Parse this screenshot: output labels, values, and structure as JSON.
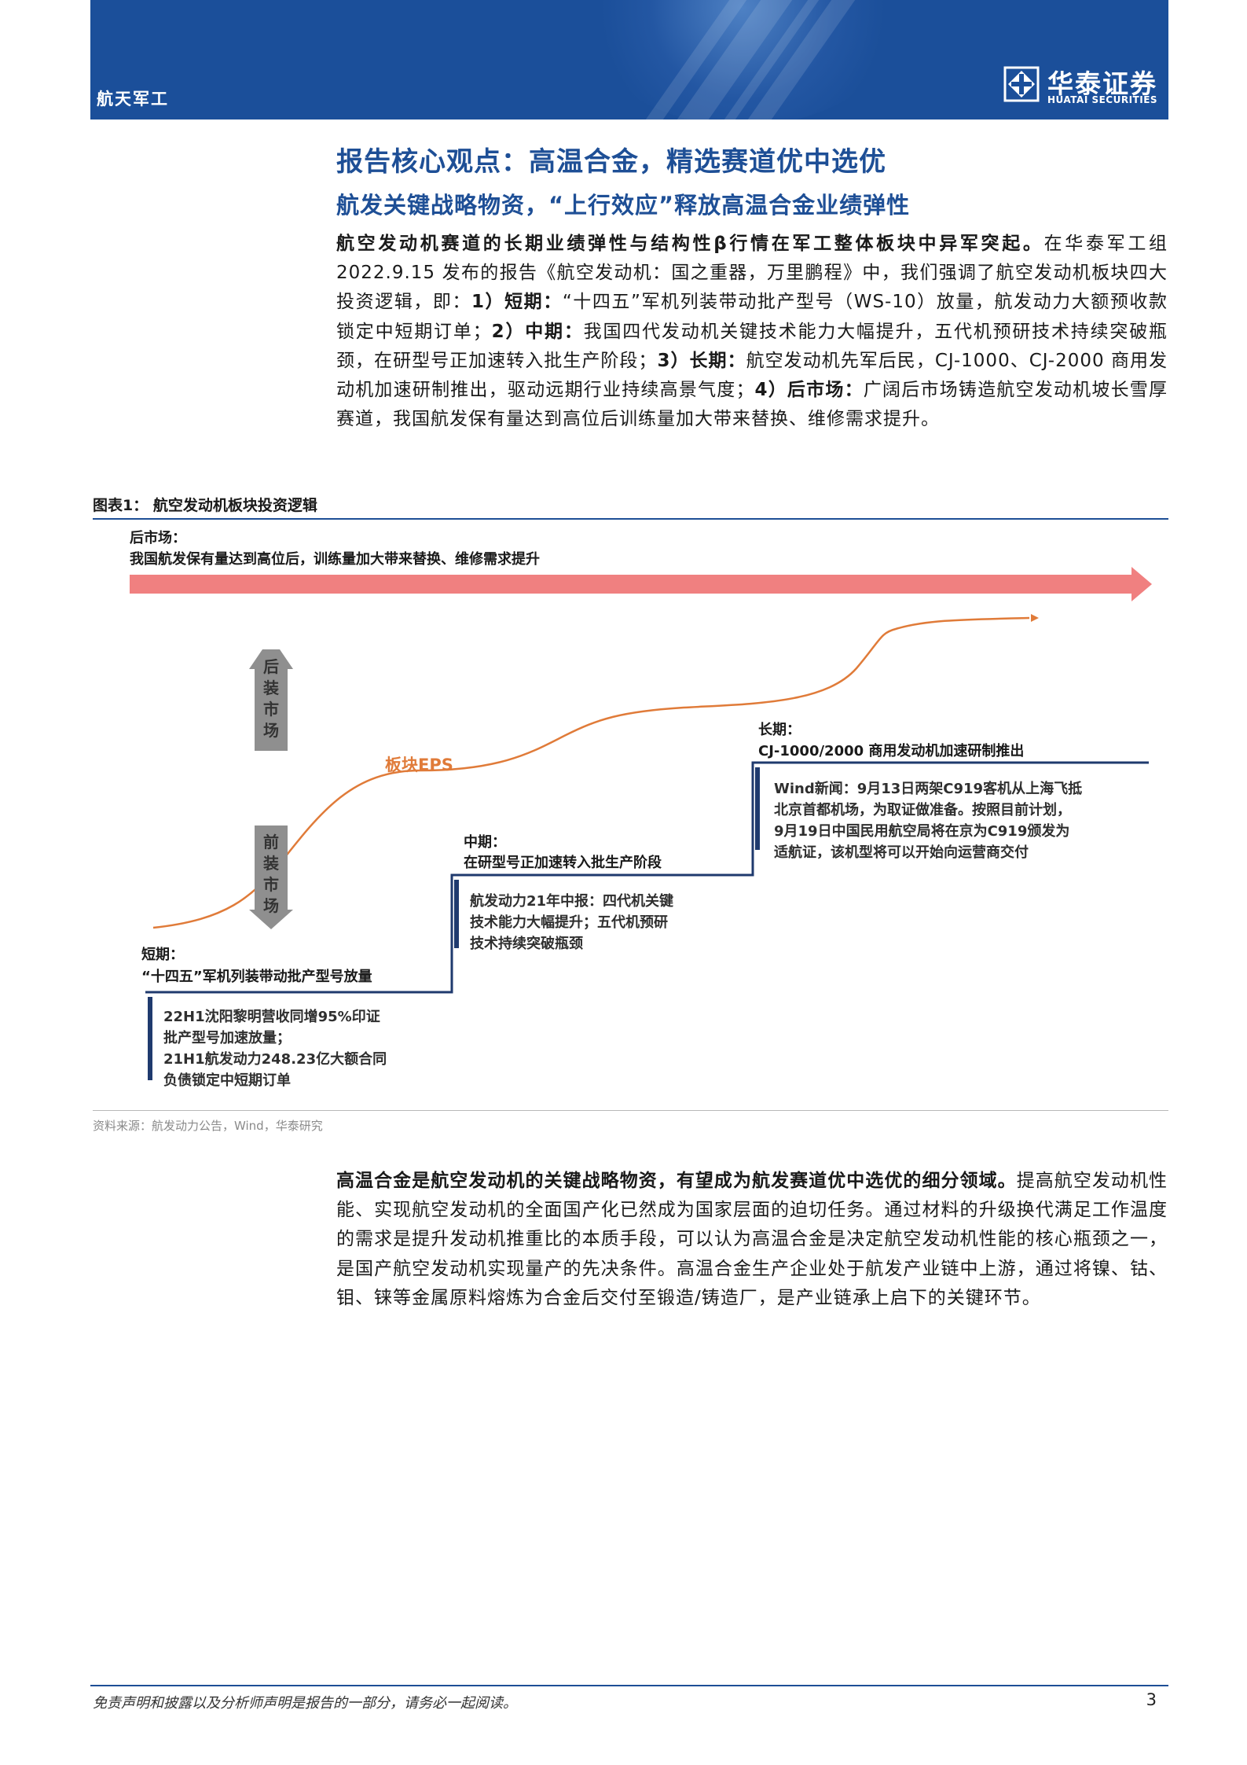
{
  "header": {
    "section_tag": "航天军工",
    "logo_cn": "华泰证券",
    "logo_en": "HUATAI SECURITIES"
  },
  "title": "报告核心观点：高温合金，精选赛道优中选优",
  "subtitle": "航发关键战略物资，“上行效应”释放高温合金业绩弹性",
  "paragraph1": {
    "lead_bold": "航空发动机赛道的长期业绩弹性与结构性β行情在军工整体板块中异军突起。",
    "t1": "在华泰军工组 2022.9.15 发布的报告《航空发动机：国之重器，万里鹏程》中，我们强调了航空发动机板块四大投资逻辑，即：",
    "b1": "1）短期：",
    "t2": "“十四五”军机列装带动批产型号（WS-10）放量，航发动力大额预收款锁定中短期订单；",
    "b2": "2）中期：",
    "t3": "我国四代发动机关键技术能力大幅提升，五代机预研技术持续突破瓶颈，在研型号正加速转入批生产阶段；",
    "b3": "3）长期：",
    "t4": "航空发动机先军后民，CJ-1000、CJ-2000 商用发动机加速研制推出，驱动远期行业持续高景气度；",
    "b4": "4）后市场：",
    "t5": "广阔后市场铸造航空发动机坡长雪厚赛道，我国航发保有量达到高位后训练量加大带来替换、维修需求提升。"
  },
  "figure": {
    "title": "图表1：  航空发动机板块投资逻辑",
    "aftermarket_heading": "后市场：",
    "aftermarket_desc": "我国航发保有量达到高位后，训练量加大带来替换、维修需求提升",
    "eps_label": "板块EPS",
    "arrow_up_label": [
      "后",
      "装",
      "市",
      "场"
    ],
    "arrow_down_label": [
      "前",
      "装",
      "市",
      "场"
    ],
    "short_heading": "短期：",
    "short_desc": "“十四五”军机列装带动批产型号放量",
    "short_box": [
      "22H1沈阳黎明营收同增95%印证",
      "批产型号加速放量；",
      "21H1航发动力248.23亿大额合同",
      "负债锁定中短期订单"
    ],
    "mid_heading": "中期：",
    "mid_desc": "在研型号正加速转入批生产阶段",
    "mid_box": [
      "航发动力21年中报：四代机关键",
      "技术能力大幅提升；五代机预研",
      "技术持续突破瓶颈"
    ],
    "long_heading": "长期：",
    "long_desc": "CJ-1000/2000 商用发动机加速研制推出",
    "long_box": [
      "Wind新闻：9月13日两架C919客机从上海飞抵",
      "北京首都机场，为取证做准备。按照目前计划，",
      "9月19日中国民用航空局将在京为C919颁发为",
      "适航证，该机型将可以开始向运营商交付"
    ],
    "source": "资料来源：航发动力公告，Wind，华泰研究"
  },
  "paragraph2": {
    "lead_bold": "高温合金是航空发动机的关键战略物资，有望成为航发赛道优中选优的细分领域。",
    "text": "提高航空发动机性能、实现航空发动机的全面国产化已然成为国家层面的迫切任务。通过材料的升级换代满足工作温度的需求是提升发动机推重比的本质手段，可以认为高温合金是决定航空发动机性能的核心瓶颈之一，是国产航空发动机实现量产的先决条件。高温合金生产企业处于航发产业链中上游，通过将镍、钴、钼、铼等金属原料熔炼为合金后交付至锻造/铸造厂，是产业链承上启下的关键环节。"
  },
  "footer": {
    "disclaimer": "免责声明和披露以及分析师声明是报告的一部分，请务必一起阅读。",
    "page": "3"
  },
  "colors": {
    "brand_blue": "#1b4f9a",
    "title_blue": "#1e4f96",
    "arrow_pink": "#f08080",
    "eps_orange": "#e07b39",
    "step_navy": "#1f3a6e"
  }
}
